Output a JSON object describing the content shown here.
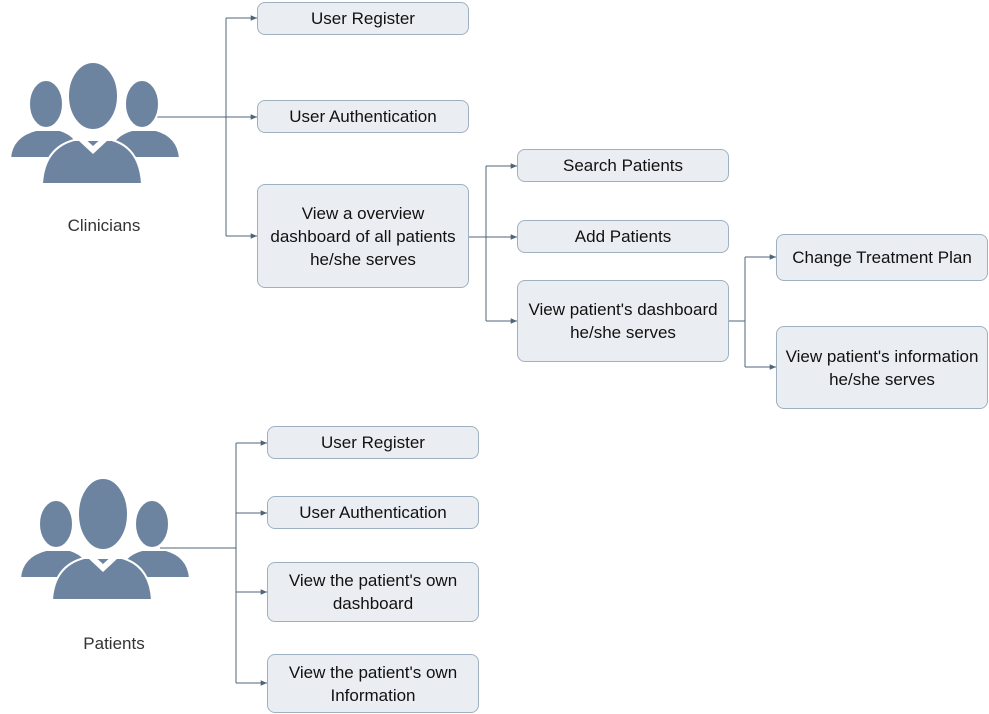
{
  "clinicians": {
    "label": "Clinicians",
    "user_register": "User Register",
    "user_authentication": "User Authentication",
    "overview_dashboard": "View a overview dashboard of all patients he/she serves",
    "search_patients": "Search Patients",
    "add_patients": "Add Patients",
    "patient_dashboard": "View patient's dashboard he/she serves",
    "change_treatment_plan": "Change Treatment Plan",
    "patient_information": "View patient's information he/she serves"
  },
  "patients": {
    "label": "Patients",
    "user_register": "User Register",
    "user_authentication": "User Authentication",
    "own_dashboard": "View the patient's own dashboard",
    "own_information": "View the patient's own Information"
  },
  "colors": {
    "actor_fill": "#6d84a0",
    "connector": "#4f6478",
    "box_fill": "#eaeef2",
    "box_border": "#9fb1c1"
  }
}
